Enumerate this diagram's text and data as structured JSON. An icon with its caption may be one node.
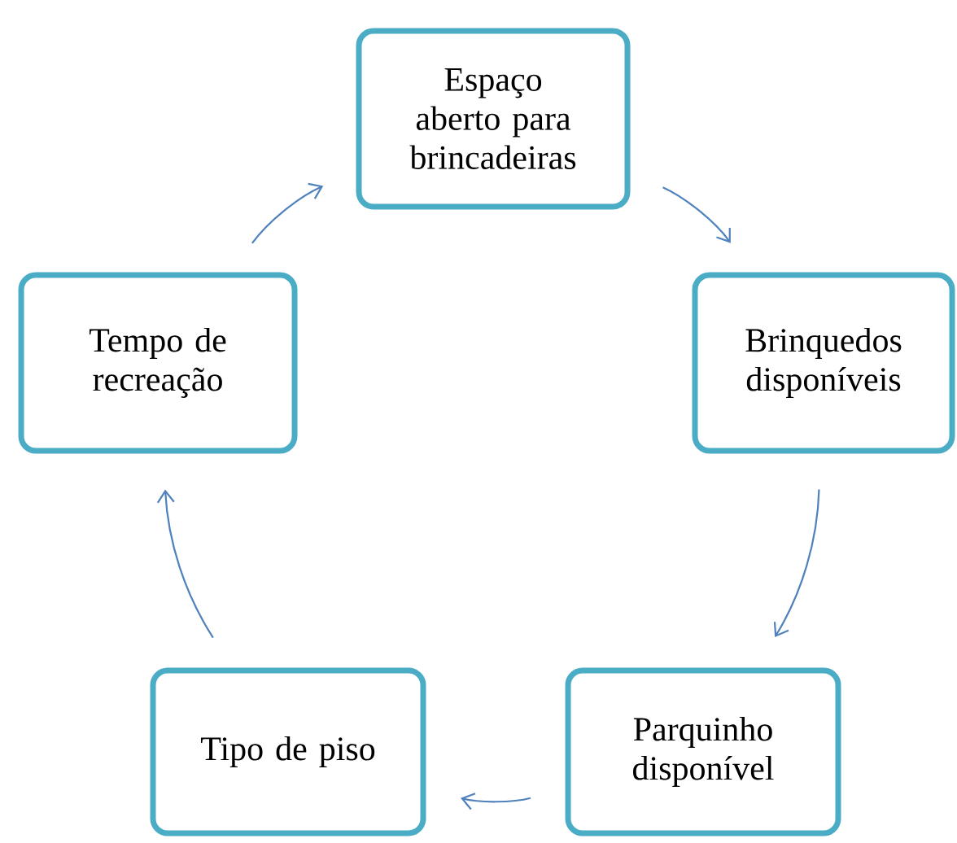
{
  "diagram": {
    "nodes": [
      {
        "text": [
          "Espaço aberto para brincadeiras"
        ]
      },
      {
        "text": [
          "Brinquedos disponíveis"
        ]
      },
      {
        "text": [
          "Parquinho disponível"
        ]
      },
      {
        "text": [
          "Tipo de piso"
        ]
      },
      {
        "text": [
          "Tempo de recreação"
        ]
      }
    ],
    "edges": [
      {
        "from": 0,
        "to": 1,
        "arrow": "to"
      },
      {
        "from": 1,
        "to": 2,
        "arrow": "to"
      },
      {
        "from": 2,
        "to": 3,
        "arrow": "to"
      },
      {
        "from": 3,
        "to": 4,
        "arrow": "to"
      },
      {
        "from": 4,
        "to": 0,
        "arrow": "to"
      }
    ]
  }
}
